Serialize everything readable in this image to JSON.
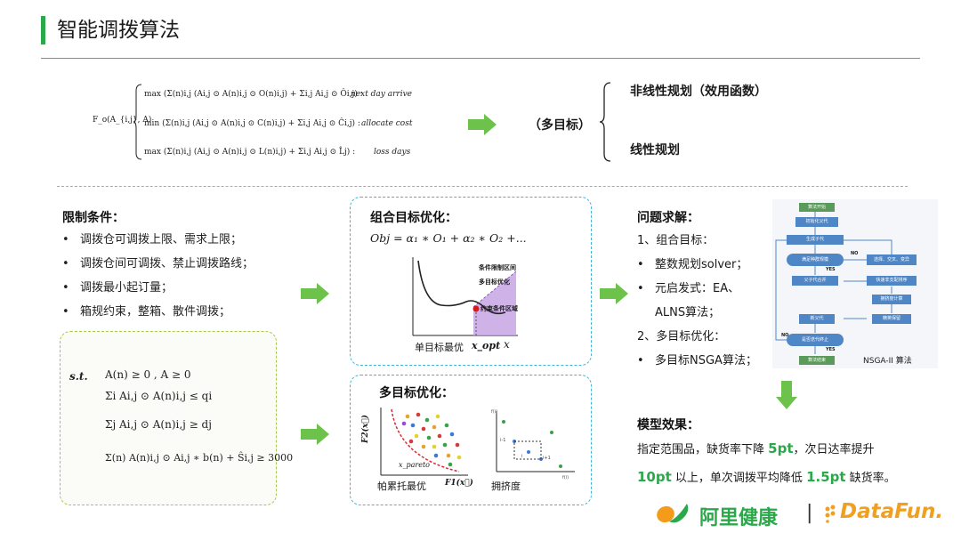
{
  "title": "智能调拨算法",
  "top_formula": {
    "lhs": "F_o(A_{i,j}, A)",
    "rows": [
      {
        "expr": "max (Σ(n)i,j (Ai,j ⊙ A(n)i,j ⊙ O(n)i,j) + Σi,j Ai,j ⊙ Ôi,j) :",
        "label": "next day arrive"
      },
      {
        "expr": "min (Σ(n)i,j (Ai,j ⊙ A(n)i,j ⊙ C(n)i,j) + Σi,j Ai,j ⊙ Ĉi,j) :",
        "label": "allocate cost"
      },
      {
        "expr": "max (Σ(n)i,j (Ai,j ⊙ A(n)i,j ⊙ L(n)i,j) + Σi,j Ai,j ⊙ L̂j) :",
        "label": "loss days"
      }
    ],
    "multi_objective": "（多目标）",
    "branches": [
      "非线性规划（效用函数）",
      "线性规划"
    ]
  },
  "constraints": {
    "heading": "限制条件：",
    "items": [
      "调拨仓可调拨上限、需求上限；",
      "调拨仓间可调拨、禁止调拨路线；",
      "调拨最小起订量；",
      "箱规约束，整箱、散件调拨；"
    ],
    "st_label": "s.t.",
    "st_lines": [
      "A(n) ≥ 0 ,  A ≥ 0",
      "Σi Ai,j ⊙ A(n)i,j ≤ qi",
      "Σj Ai,j ⊙ A(n)i,j ≥ dj",
      "Σ(n) A(n)i,j ⊙ Ai,j ∗ b(n) + Ŝi,j ≥ 3000"
    ]
  },
  "combined": {
    "heading": "组合目标优化：",
    "obj": "Obj = α₁ ∗ O₁ + α₂ ∗ O₂ +...",
    "fig_labels": [
      "条件限制区间",
      "多目标优化",
      "约束条件区域"
    ],
    "caption": "单目标最优",
    "x_opt": "x_opt",
    "x_axis": "x"
  },
  "multi": {
    "heading": "多目标优化：",
    "pareto_caption": "帕累托最优",
    "crowding_caption": "拥挤度",
    "f2_label": "F2(x⃗)",
    "f1_label": "F1(x⃗)",
    "x_pareto": "x_pareto",
    "crowd_labels": [
      "i-1",
      "i",
      "i+1"
    ],
    "crowd_axes": [
      "f(i)",
      "f(i)"
    ]
  },
  "solve": {
    "heading": "问题求解：",
    "lines": [
      {
        "text": "1、组合目标：",
        "bullet": false
      },
      {
        "text": "整数规划solver；",
        "bullet": true
      },
      {
        "text": "元启发式：EA、",
        "bullet": true
      },
      {
        "text": "ALNS算法；",
        "bullet": false
      },
      {
        "text": "2、多目标优化：",
        "bullet": false
      },
      {
        "text": "多目标NSGA算法；",
        "bullet": true
      }
    ],
    "flow": {
      "nodes": [
        "算法开始",
        "初始化父代",
        "生成子代",
        "满足种群规模",
        "选择、交叉、变异",
        "父子代合并",
        "快速非支配排序",
        "拥挤度计算",
        "新父代",
        "精英保留",
        "是否迭代终止",
        "算法结束"
      ],
      "yes": "YES",
      "no": "NO",
      "caption": "NSGA-II 算法"
    }
  },
  "result": {
    "heading": "模型效果：",
    "line1_pre": "指定范围品，缺货率下降 ",
    "line1_hl": "5pt",
    "line1_post": "，次日达率提升",
    "line2_hl1": "10pt",
    "line2_mid": " 以上，单次调拨平均降低 ",
    "line2_hl2": "1.5pt",
    "line2_post": " 缺货率。"
  },
  "logos": {
    "alihealth": "阿里健康",
    "sep": "|",
    "datafun": "DataFun."
  },
  "colors": {
    "green": "#2aa84a",
    "arrow": "#6cc24a",
    "cyan_dash": "#3fb6d9",
    "yellowgreen_dash": "#a8c848",
    "purple": "#b08cd8",
    "flow_box": "#4f86c6"
  }
}
